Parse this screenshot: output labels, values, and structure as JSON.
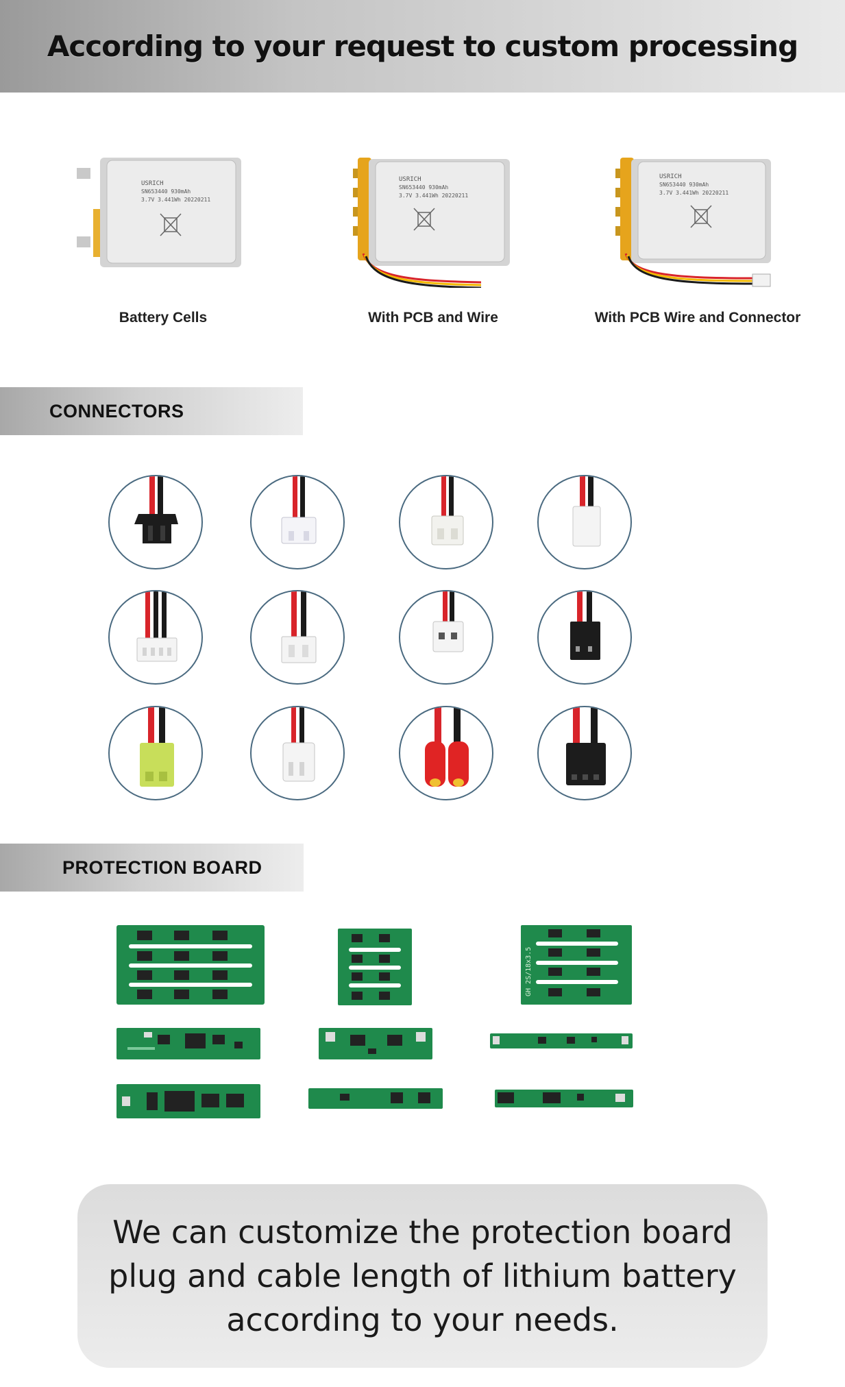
{
  "header": {
    "title": "According to your request to custom processing"
  },
  "cells": {
    "items": [
      {
        "caption": "Battery Cells",
        "label_lines": [
          "USRICH",
          "SN653440 930mAh",
          "3.7V 3.441Wh 20220211"
        ]
      },
      {
        "caption": "With PCB and Wire",
        "label_lines": [
          "USRICH",
          "SN653440 930mAh",
          "3.7V 3.441Wh 20220211"
        ]
      },
      {
        "caption": "With PCB Wire and Connector",
        "label_lines": [
          "USRICH",
          "SN653440 930mAh",
          "3.7V 3.441Wh 20220211"
        ]
      }
    ]
  },
  "connectors": {
    "title": "CONNECTORS",
    "colors": {
      "ring": "#4a6a80",
      "red_wire": "#d8242a",
      "black_wire": "#1a1a1a"
    },
    "items": [
      {
        "name": "sm-connector",
        "color": "#1c1c1c"
      },
      {
        "name": "ph-connector",
        "color": "#f4f4f8"
      },
      {
        "name": "xh-connector",
        "color": "#f2f2ee"
      },
      {
        "name": "el-connector",
        "color": "#f4f4f4"
      },
      {
        "name": "3pin-connector",
        "color": "#f4f4f4"
      },
      {
        "name": "jst-connector",
        "color": "#f4f4f4"
      },
      {
        "name": "mx-connector",
        "color": "#f4f4f4"
      },
      {
        "name": "jr-servo-connector",
        "color": "#1c1c1c"
      },
      {
        "name": "tamiya-connector",
        "color": "#c8de5a"
      },
      {
        "name": "zh-connector",
        "color": "#f4f4f4"
      },
      {
        "name": "banana-connector",
        "color": "#e02424"
      },
      {
        "name": "t-plug-connector",
        "color": "#1c1c1c"
      }
    ]
  },
  "protection": {
    "title": "PROTECTION BOARD",
    "pcb_color": "#1f8a4c",
    "board_labels": {
      "b3": "GH 2S/18x3.5"
    }
  },
  "footer": {
    "text": "We can customize the protection board plug and cable length of lithium battery according to your needs."
  }
}
